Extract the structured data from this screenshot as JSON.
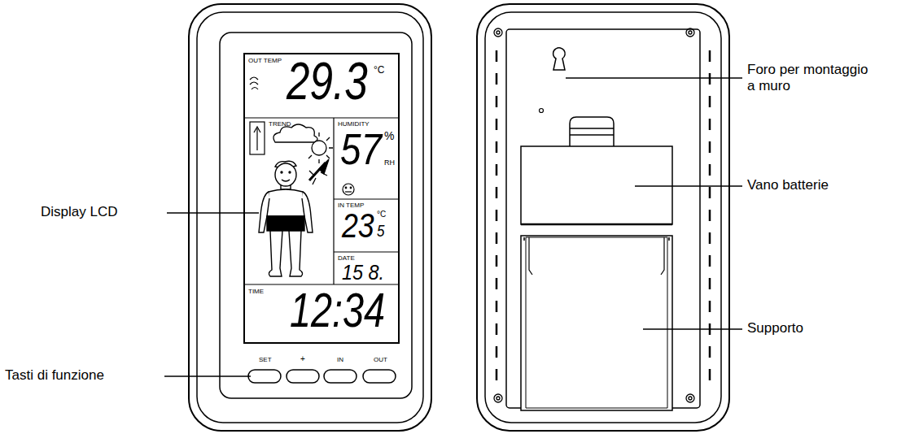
{
  "diagram": {
    "labels": [
      "OUT TEMP",
      "29.3",
      "°C",
      "TREND",
      "HUMIDITY",
      "57",
      "%",
      "RH",
      "IN TEMP",
      "23",
      "°C",
      "5",
      "DATE",
      "15 8.",
      "TIME",
      "12:34",
      "SET",
      "+",
      "IN",
      "OUT",
      "Display LCD",
      "Tasti di funzione",
      "Foro per montaggio a muro",
      "Vano batterie",
      "Supporto"
    ]
  }
}
